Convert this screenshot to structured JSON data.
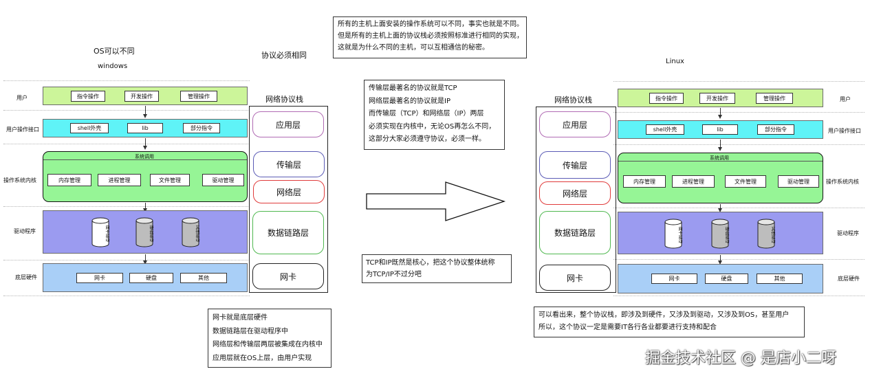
{
  "left": {
    "title": "OS可以不同",
    "subtitle": "windows",
    "rows": {
      "user": "用户",
      "ui": "用户操作接口",
      "kernel": "操作系统内核",
      "driver": "驱动程序",
      "hw": "底层硬件"
    },
    "user_items": [
      "指令操作",
      "开发操作",
      "管理操作"
    ],
    "ui_items": [
      "shell外壳",
      "lib",
      "部分指令"
    ],
    "syscall": "系统调用",
    "kernel_items": [
      "内存管理",
      "进程管理",
      "文件管理",
      "驱动管理"
    ],
    "cyl_labels": [
      "网卡驱动",
      "硬盘驱动",
      "其他驱动"
    ],
    "hw_items": [
      "网卡",
      "硬盘",
      "其他"
    ]
  },
  "right": {
    "title": "Linux",
    "rows": {
      "user": "用户",
      "ui": "用户操作接口",
      "kernel": "操作系统内核",
      "driver": "驱动程序",
      "hw": "底层硬件"
    },
    "user_items": [
      "指令操作",
      "开发操作",
      "管理操作"
    ],
    "ui_items": [
      "shell外壳",
      "lib",
      "部分指令"
    ],
    "syscall": "系统调用",
    "kernel_items": [
      "内存管理",
      "进程管理",
      "文件管理",
      "驱动管理"
    ],
    "cyl_labels": [
      "网卡驱动",
      "硬盘驱动",
      "其他驱动"
    ],
    "hw_items": [
      "网卡",
      "硬盘",
      "其他"
    ]
  },
  "stack_title": "网络协议栈",
  "middle_title": "协议必须相同",
  "layers": [
    "应用层",
    "传输层",
    "网络层",
    "数据链路层",
    "网卡"
  ],
  "colors": {
    "user_band": "#ccf59a",
    "ui_band": "#5ff3f7",
    "kernel_band": "#96f596",
    "driver_band": "#9b9bf0",
    "hw_band": "#a9cff7",
    "app_layer": "#b06ab3",
    "transport_layer": "#5a5ab5",
    "network_layer": "#e03a3a",
    "link_layer": "#4fb84f",
    "nic_layer": "#222222"
  },
  "notes": {
    "top": [
      "所有的主机上面安装的操作系统可以不同，事实也就是不同。",
      "但是所有的主机上面的协议栈必须按照标准进行相同的实现，",
      "这就是为什么不同的主机，可以互相通信的秘密。"
    ],
    "tcpip": [
      "传输层最著名的协议就是TCP",
      "网络层最著名的协议就是IP",
      "而传输层（TCP）和网络层（IP）两层",
      "必须实现在内核中，无论OS再怎么不同，",
      "这部分大家必须遵守协议，必须一样。"
    ],
    "core": [
      "TCP和IP既然是核心，把这个协议整体统称",
      "为TCP/IP不过分吧"
    ],
    "layers": [
      "网卡就是底层硬件",
      "数据链路层在驱动程序中",
      "网络层和传输层两层被集成在内核中",
      "应用层就在OS上层，由用户实现"
    ],
    "bottom_right": [
      "可以看出来，整个协议栈，即涉及到硬件，又涉及到驱动，又涉及到OS，甚至用户",
      "所以，这个协议一定是需要IT各行各业都要进行支持和配合"
    ]
  },
  "watermark": "掘金技术社区 @ 是店小二呀"
}
